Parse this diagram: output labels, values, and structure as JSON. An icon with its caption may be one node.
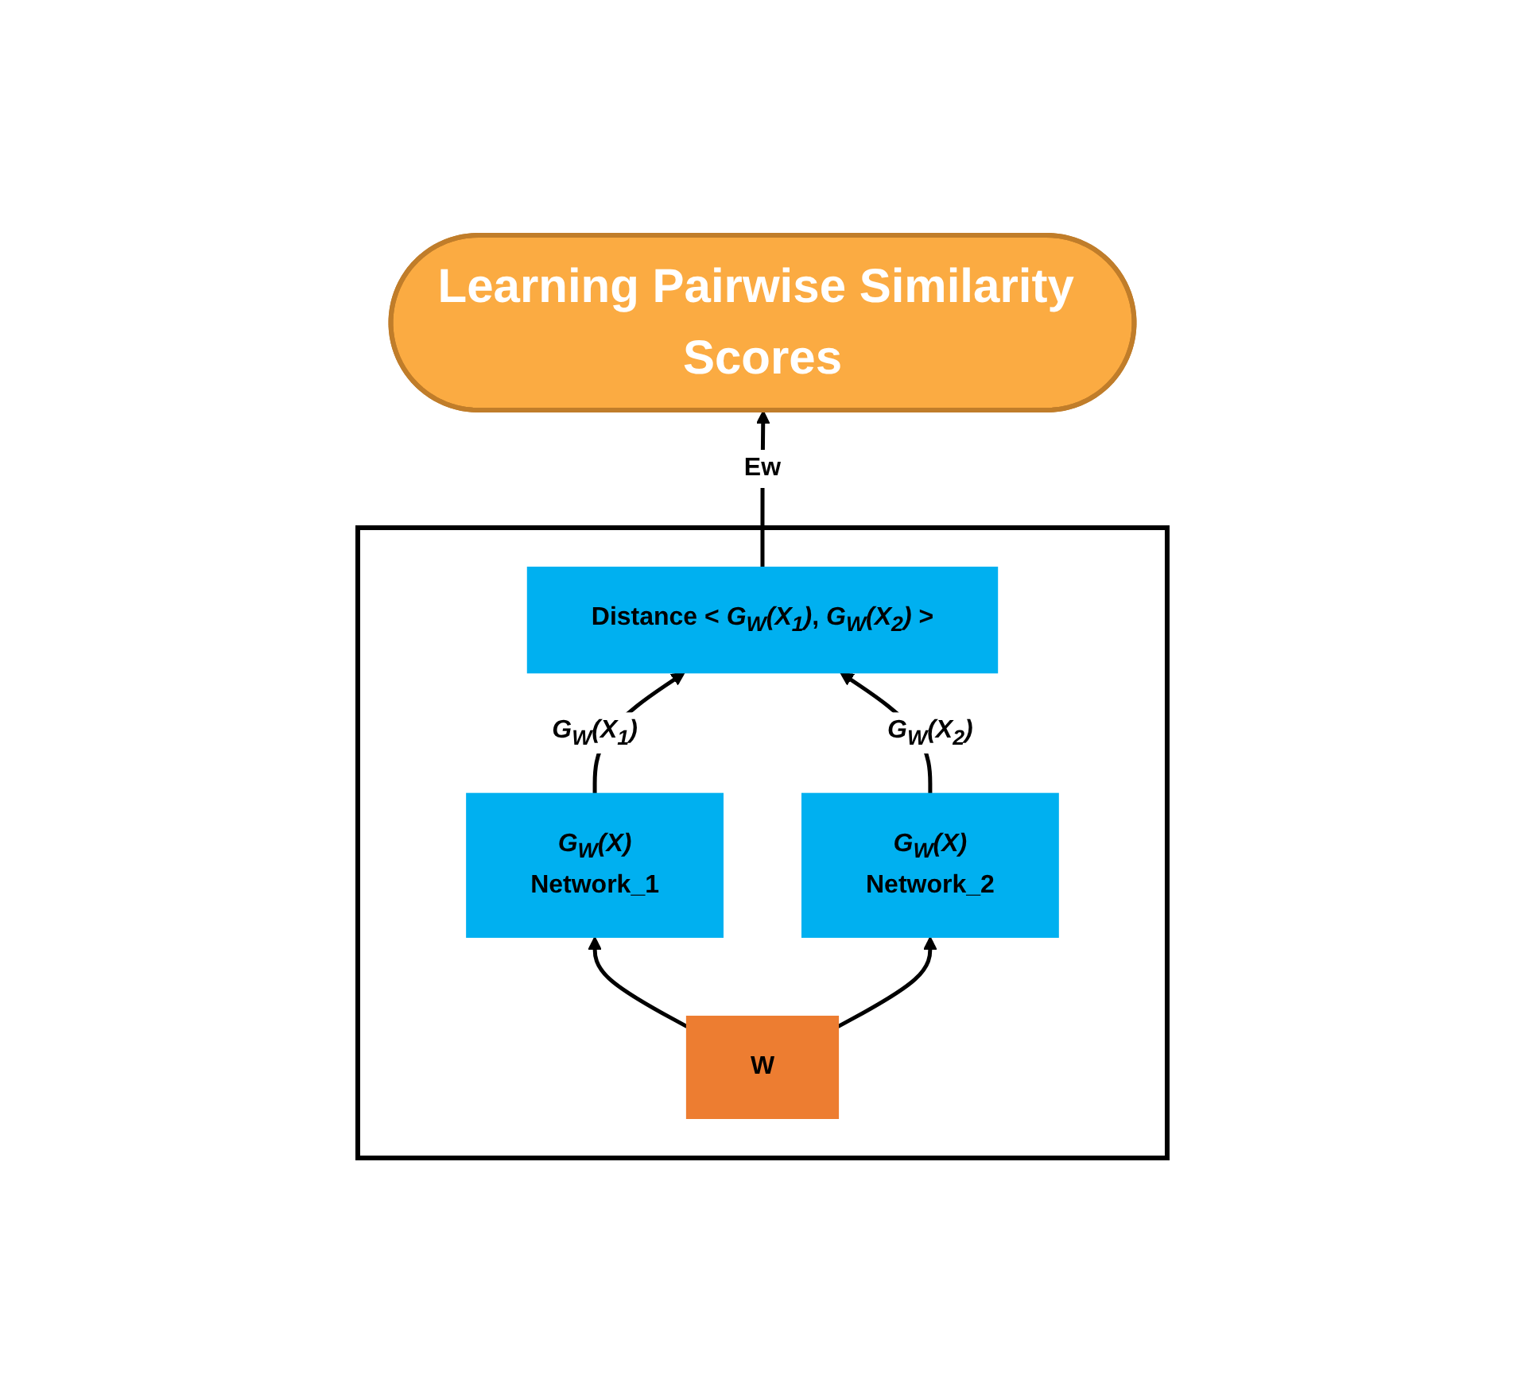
{
  "diagram": {
    "nodes": [
      {
        "text": [
          "Learning Pairwise Similarity Scores"
        ]
      },
      {
        "text": [],
        "shape": "box"
      },
      {
        "text": [
          "Distance < *G$_{W}$(X$_{1}$)*, *G$_{W}$(X$_{2}$)* >"
        ],
        "in": 1
      },
      {
        "text": [
          "*G$_{W}$(X)*",
          "Network_1"
        ],
        "in": 1
      },
      {
        "text": [
          "W"
        ],
        "in": 1
      },
      {
        "text": [
          "*G$_{W}$(X)*",
          "Network_2"
        ],
        "in": 1
      }
    ],
    "edges": [
      {
        "from": 2,
        "to": 0,
        "arrow": "to",
        "label": "Ew"
      },
      {
        "from": 3,
        "to": 2,
        "arrow": "to",
        "label": "*G$_{W}$(X$_{1}$)*"
      },
      {
        "from": 5,
        "to": 2,
        "arrow": "to",
        "label": "*G$_{W}$(X$_{2}$)*"
      },
      {
        "from": 4,
        "to": 3,
        "arrow": "to"
      },
      {
        "from": 4,
        "to": 5,
        "arrow": "to"
      }
    ]
  }
}
